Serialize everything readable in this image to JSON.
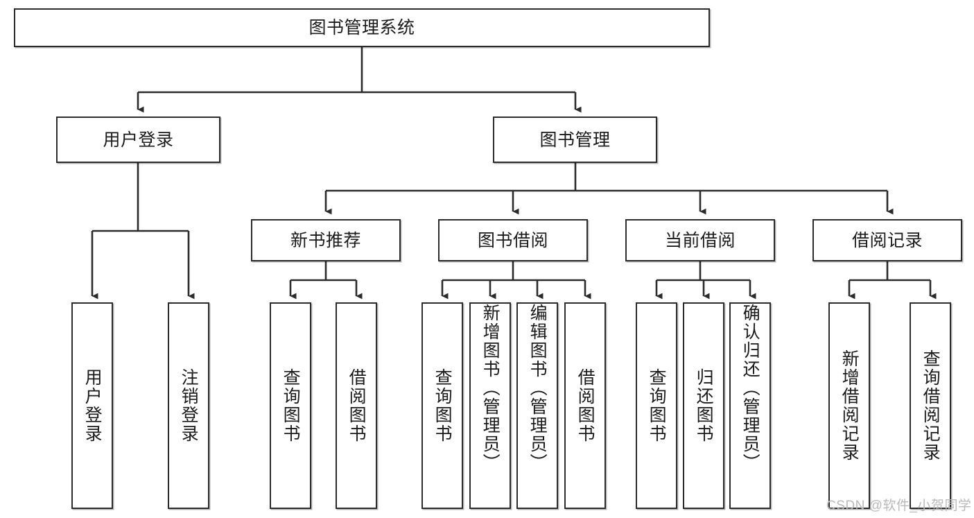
{
  "diagram": {
    "type": "tree-hierarchy-diagram",
    "title": "图书管理系统",
    "watermark": "CSDN @软件_小贺同学",
    "colors": {
      "box_border": "#2b2b2b",
      "box_fill": "#ffffff",
      "edge": "#2b2b2b",
      "watermark": "#b9b9b9",
      "background": "#ffffff"
    },
    "levels": {
      "root": {
        "label": "图书管理系统"
      },
      "level2": [
        {
          "id": "user-login",
          "label": "用户登录"
        },
        {
          "id": "book-management",
          "label": "图书管理"
        }
      ],
      "level3": [
        {
          "id": "new-book-recommend",
          "label": "新书推荐"
        },
        {
          "id": "book-borrow",
          "label": "图书借阅"
        },
        {
          "id": "current-borrow",
          "label": "当前借阅"
        },
        {
          "id": "borrow-record",
          "label": "借阅记录"
        }
      ],
      "leaves": {
        "user-login": [
          {
            "id": "leaf-user-login",
            "label": "用户登录"
          },
          {
            "id": "leaf-logout-login",
            "label": "注销登录"
          }
        ],
        "new-book-recommend": [
          {
            "id": "leaf-query-book-1",
            "label": "查询图书"
          },
          {
            "id": "leaf-borrow-book-1",
            "label": "借阅图书"
          }
        ],
        "book-borrow": [
          {
            "id": "leaf-query-book-2",
            "label": "查询图书"
          },
          {
            "id": "leaf-add-book",
            "label": "新增图书（管理员）"
          },
          {
            "id": "leaf-edit-book",
            "label": "编辑图书（管理员）"
          },
          {
            "id": "leaf-borrow-book-2",
            "label": "借阅图书"
          }
        ],
        "current-borrow": [
          {
            "id": "leaf-query-book-3",
            "label": "查询图书"
          },
          {
            "id": "leaf-return-book",
            "label": "归还图书"
          },
          {
            "id": "leaf-confirm-return",
            "label": "确认归还（管理员）"
          }
        ],
        "borrow-record": [
          {
            "id": "leaf-add-record",
            "label": "新增借阅记录"
          },
          {
            "id": "leaf-query-record",
            "label": "查询借阅记录"
          }
        ]
      }
    }
  }
}
